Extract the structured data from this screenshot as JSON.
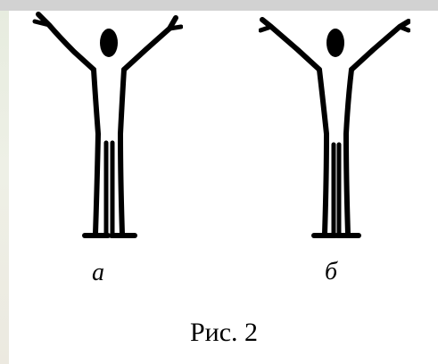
{
  "figure_a_label": "а",
  "figure_b_label": "б",
  "caption": "Рис. 2",
  "colors": {
    "figure_stroke": "#000000",
    "background": "#ffffff"
  }
}
